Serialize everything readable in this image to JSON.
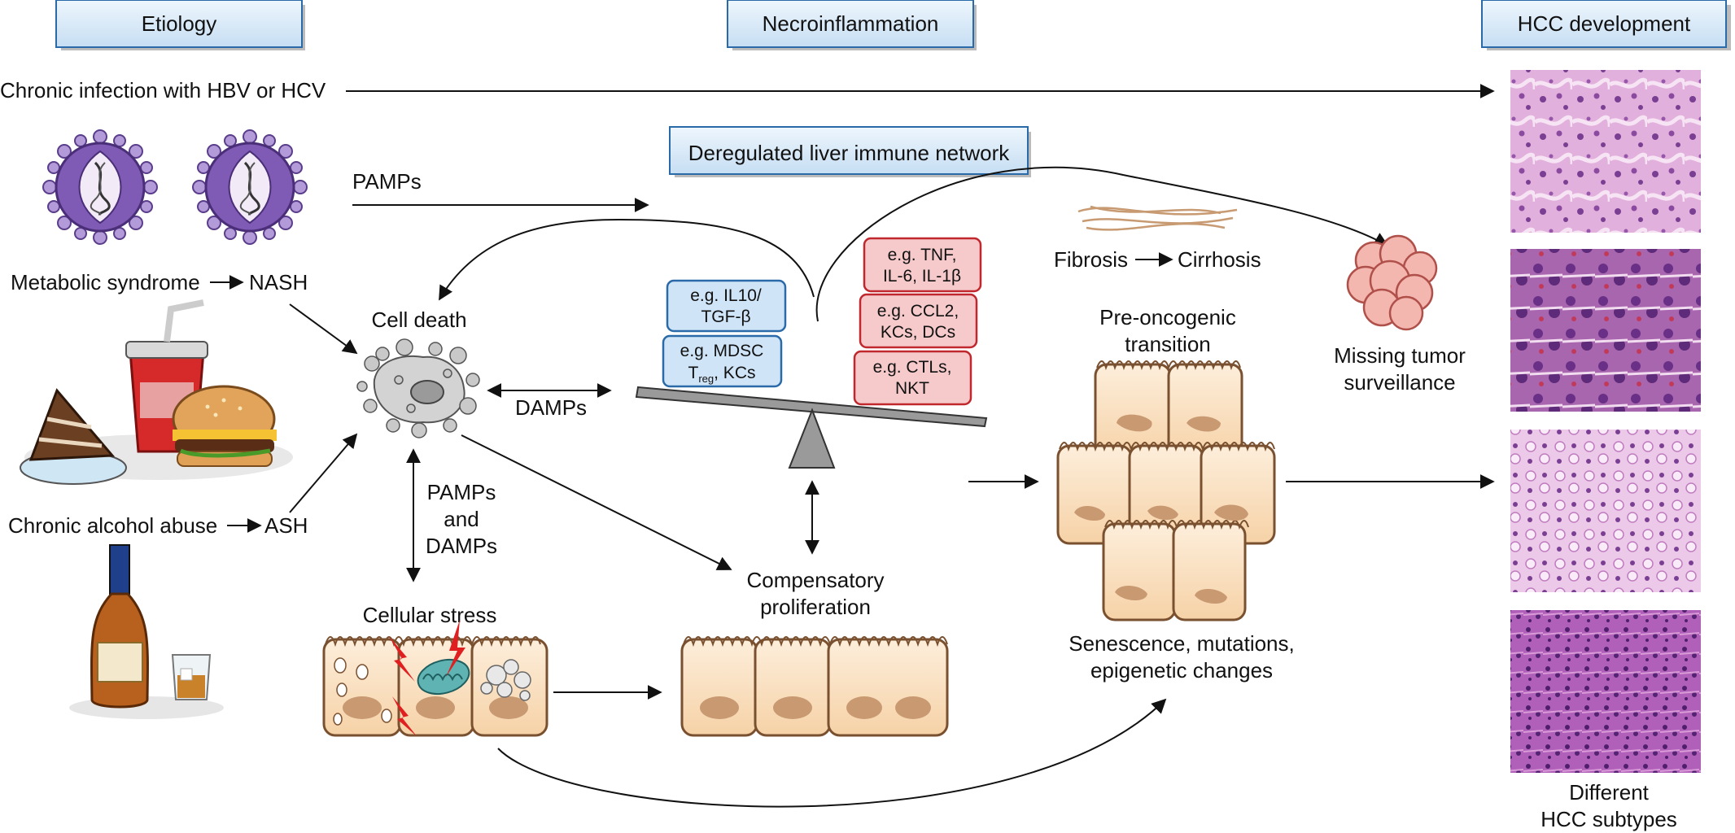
{
  "headers": {
    "etiology": "Etiology",
    "necroinflammation": "Necroinflammation",
    "hcc_development": "HCC development",
    "immune_network": "Deregulated liver immune network"
  },
  "etiology": {
    "hbv_hcv": "Chronic infection with HBV or HCV",
    "metabolic": "Metabolic syndrome",
    "nash": "NASH",
    "alcohol": "Chronic alcohol abuse",
    "ash": "ASH"
  },
  "labels": {
    "pamps": "PAMPs",
    "cell_death": "Cell death",
    "damps": "DAMPs",
    "pamps_damps": [
      "PAMPs",
      "and",
      "DAMPs"
    ],
    "cellular_stress": "Cellular stress",
    "comp_prolif": [
      "Compensatory",
      "proliferation"
    ],
    "fibrosis": "Fibrosis",
    "cirrhosis": "Cirrhosis",
    "pre_onco": [
      "Pre-oncogenic",
      "transition"
    ],
    "missing_tumor": [
      "Missing tumor",
      "surveillance"
    ],
    "senescence": [
      "Senescence, mutations,",
      "epigenetic changes"
    ],
    "hcc_subtypes": [
      "Different",
      "HCC subtypes"
    ]
  },
  "balance": {
    "blue_1": [
      "e.g. IL10/",
      "TGF-β"
    ],
    "blue_2_line1": "e.g. MDSC",
    "blue_2_treg": "T",
    "blue_2_reg": "reg",
    "blue_2_kcs": ", KCs",
    "red_1": [
      "e.g. TNF,",
      "IL-6, IL-1β"
    ],
    "red_2": [
      "e.g. CCL2,",
      "KCs, DCs"
    ],
    "red_3": [
      "e.g. CTLs,",
      "NKT"
    ]
  },
  "colors": {
    "header_fill": "#d6e9f8",
    "header_border": "#2a6aa8",
    "blue_box": "#cfe4f7",
    "red_box": "#f6c9cb",
    "red_border": "#c0282e",
    "cell_fill": "#fbe3c4",
    "nucleus": "#c99a72",
    "he_pink": "#d59ad0",
    "he_purple": "#7a3f93"
  }
}
